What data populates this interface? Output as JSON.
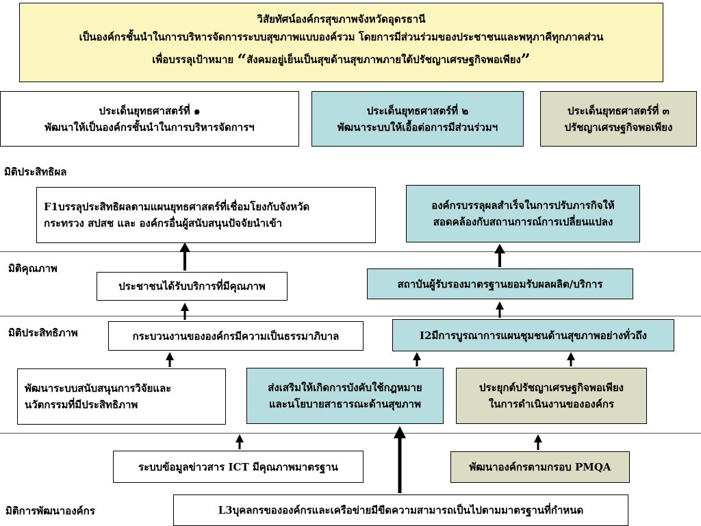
{
  "vision": {
    "title": "วิสัยทัศน์องค์กรสุขภาพจังหวัดอุดรธานี",
    "line1": "เป็นองค์กรชั้นนำในการบริหารจัดการระบบสุขภาพแบบองค์รวม โดยการมีส่วนร่วมของประชาชนและพหุภาคีทุกภาคส่วน",
    "line3_prefix": "เพื่อบรรลุเป้าหมาย",
    "open_quote": "“",
    "goal": "สังคมอยู่เย็นเป็นสุขด้านสุขภาพภายใต้ปรัชญาเศรษฐกิจพอเพียง",
    "close_quote": "”"
  },
  "strategies": [
    {
      "title": "ประเด็นยุทธศาสตร์ที่ ๑",
      "desc": "พัฒนาให้เป็นองค์กรชั้นนำในการบริหารจัดการฯ"
    },
    {
      "title": "ประเด็นยุทธศาสตร์ที่ ๒",
      "desc": "พัฒนาระบบให้เอื้อต่อการมีส่วนร่วมฯ"
    },
    {
      "title": "ประเด็นยุทธศาสตร์ที่ ๓",
      "desc": "ปรัชญาเศรษฐกิจพอเพียง"
    }
  ],
  "dimensions": {
    "effectiveness": "มิติประสิทธิผล",
    "quality": "มิติคุณภาพ",
    "efficiency": "มิติประสิทธิภาพ",
    "org_dev": "มิติการพัฒนาองค์กร"
  },
  "nodes": {
    "f1": {
      "line1": "F1บรรลุประสิทธิผลตามแผนยุทธศาสตร์ที่เชื่อมโยงกับจังหวัด",
      "line2": "กระทรวง สปสช และ องค์กรอื่นผู้สนับสนุนปัจจัยนำเข้า"
    },
    "org_success": {
      "line1": "องค์กรบรรลุผลสำเร็จในการปรับภารกิจให้",
      "line2": "สอดคล้องกับสถานการณ์การเปลี่ยนแปลง"
    },
    "quality_service": "ประชาชนได้รับบริการที่มีคุณภาพ",
    "accredited": "สถาบันผู้รับรองมาตรฐานยอมรับผลผลิต/บริการ",
    "good_governance": "กระบวนงานขององค์กรมีความเป็นธรรมาภิบาล",
    "i2": "I2มีการบูรณาการแผนชุมชนด้านสุขภาพอย่างทั่วถึง",
    "research": {
      "line1": "พัฒนาระบบสนับสนุนการวิจัยและ",
      "line2": "นวัตกรรมที่มีประสิทธิภาพ"
    },
    "law": {
      "line1": "ส่งเสริมให้เกิดการบังคับใช้กฎหมาย",
      "line2": "และนโยบายสาธารณะด้านสุขภาพ"
    },
    "sufficiency": {
      "line1": "ประยุกต์ปรัชญาเศรษฐกิจพอเพียง",
      "line2": "ในการดำเนินงานขององค์กร"
    },
    "ict": "ระบบข้อมูลข่าวสาร  ICT มีคุณภาพมาตรฐาน",
    "pmqa": "พัฒนาองค์กรตามกรอบ PMQA",
    "l3": "L3บุคลกรขององค์กรและเครือข่ายมีขีดความสามารถเป็นไปตามมาตรฐานที่กำหนด"
  },
  "colors": {
    "vision_bg": "#fbf6bd",
    "blue_bg": "#b6dde0",
    "olive_bg": "#dcdbc4",
    "white_bg": "#ffffff"
  }
}
